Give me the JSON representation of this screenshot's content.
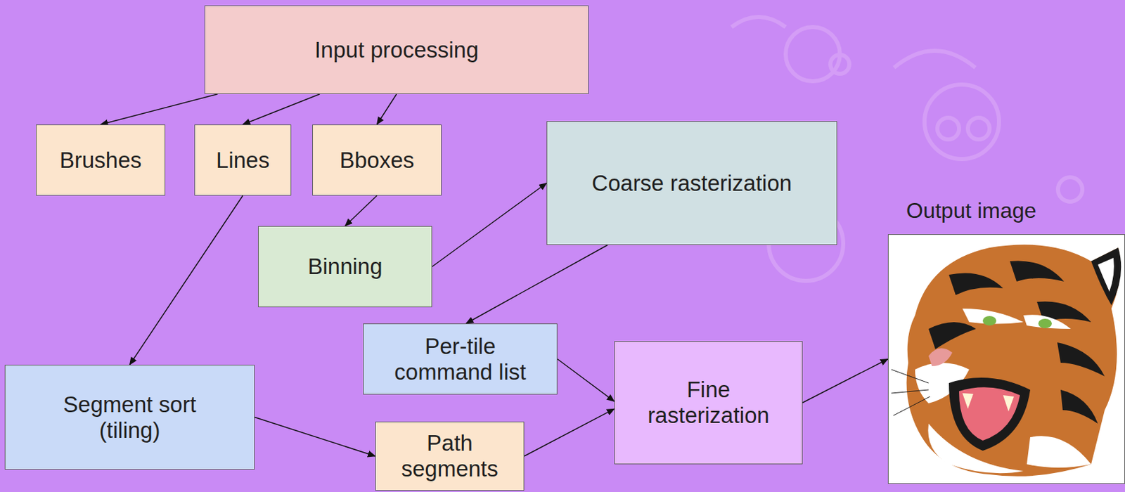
{
  "diagram": {
    "nodes": [
      {
        "text": [
          "Input processing"
        ]
      },
      {
        "text": [
          "Brushes"
        ]
      },
      {
        "text": [
          "Lines"
        ]
      },
      {
        "text": [
          "Bboxes"
        ]
      },
      {
        "text": [
          "Coarse rasterization"
        ]
      },
      {
        "text": [
          "Binning"
        ]
      },
      {
        "text": [
          "Per-tile command list"
        ]
      },
      {
        "text": [
          "Fine rasterization"
        ]
      },
      {
        "text": [
          "Segment sort (tiling)"
        ]
      },
      {
        "text": [
          "Path segments"
        ]
      },
      {
        "text": [
          "Output image"
        ]
      }
    ],
    "edges": [
      {
        "from": 0,
        "to": 1,
        "arrow": "to"
      },
      {
        "from": 0,
        "to": 2,
        "arrow": "to"
      },
      {
        "from": 0,
        "to": 3,
        "arrow": "to"
      },
      {
        "from": 3,
        "to": 5,
        "arrow": "to"
      },
      {
        "from": 2,
        "to": 8,
        "arrow": "to"
      },
      {
        "from": 5,
        "to": 4,
        "arrow": "to"
      },
      {
        "from": 4,
        "to": 6,
        "arrow": "to"
      },
      {
        "from": 6,
        "to": 7,
        "arrow": "to"
      },
      {
        "from": 8,
        "to": 9,
        "arrow": "to"
      },
      {
        "from": 9,
        "to": 7,
        "arrow": "to"
      },
      {
        "from": 7,
        "to": 10,
        "arrow": "to"
      }
    ]
  }
}
